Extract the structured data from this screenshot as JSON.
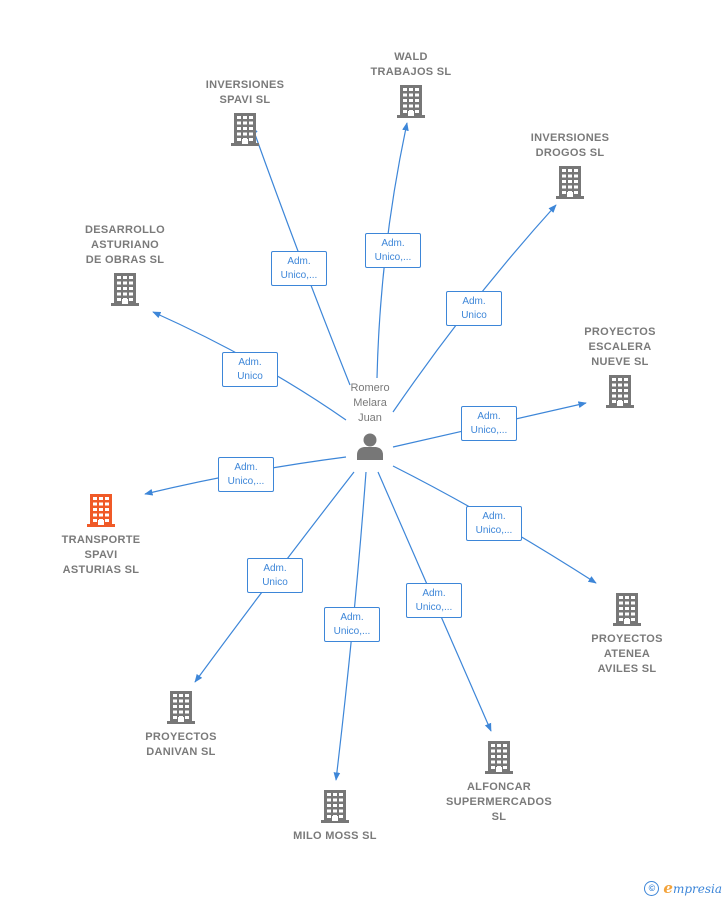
{
  "center": {
    "name": "Romero\nMelara\nJuan"
  },
  "companies": [
    {
      "id": "wald",
      "label": "WALD\nTRABAJOS  SL",
      "relation": "Adm.\nUnico,...",
      "highlight": false
    },
    {
      "id": "inversiones-spavi",
      "label": "INVERSIONES\nSPAVI  SL",
      "relation": "Adm.\nUnico,...",
      "highlight": false
    },
    {
      "id": "inversiones-drogos",
      "label": "INVERSIONES\nDROGOS  SL",
      "relation": "Adm.\nUnico",
      "highlight": false
    },
    {
      "id": "desarrollo-asturiano",
      "label": "DESARROLLO\nASTURIANO\nDE OBRAS  SL",
      "relation": "Adm.\nUnico",
      "highlight": false
    },
    {
      "id": "proyectos-escalera",
      "label": "PROYECTOS\nESCALERA\nNUEVE  SL",
      "relation": "Adm.\nUnico,...",
      "highlight": false
    },
    {
      "id": "transporte-spavi",
      "label": "TRANSPORTE\nSPAVI\nASTURIAS  SL",
      "relation": "Adm.\nUnico,...",
      "highlight": true
    },
    {
      "id": "proyectos-atenea",
      "label": "PROYECTOS\nATENEA\nAVILES  SL",
      "relation": "Adm.\nUnico,...",
      "highlight": false
    },
    {
      "id": "proyectos-danivan",
      "label": "PROYECTOS\nDANIVAN  SL",
      "relation": "Adm.\nUnico",
      "highlight": false
    },
    {
      "id": "milo-moss",
      "label": "MILO MOSS SL",
      "relation": "Adm.\nUnico,...",
      "highlight": false
    },
    {
      "id": "alfoncar",
      "label": "ALFONCAR\nSUPERMERCADOS\nSL",
      "relation": "Adm.\nUnico,...",
      "highlight": false
    }
  ],
  "colors": {
    "edge": "#3d86d8",
    "building": "#777777",
    "highlight": "#f05a28"
  },
  "footer": {
    "copyright": "©",
    "brand_initial": "e",
    "brand_rest": "mpresia"
  }
}
